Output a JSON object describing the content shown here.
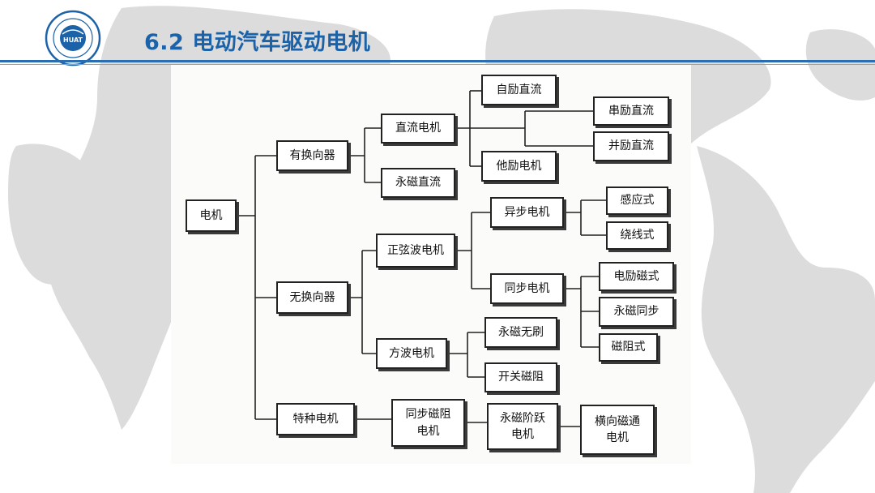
{
  "slide": {
    "title": "6.2  电动汽车驱动电机",
    "logo": {
      "icon": "university-seal-icon",
      "text": "HUAT"
    },
    "accent_color": "#1b62a8"
  },
  "diagram": {
    "nodes": {
      "root": "电机",
      "commutator": "有换向器",
      "no_commutator": "无换向器",
      "special": "特种电机",
      "dc_motor": "直流电机",
      "pm_dc": "永磁直流",
      "self_excited_dc": "自励直流",
      "separately_excited": "他励电机",
      "series_dc": "串励直流",
      "shunt_dc": "并励直流",
      "sine_wave": "正弦波电机",
      "square_wave": "方波电机",
      "async": "异步电机",
      "sync": "同步电机",
      "induction": "感应式",
      "wound": "绕线式",
      "electro_excited": "电励磁式",
      "pm_sync": "永磁同步",
      "reluctance": "磁阻式",
      "pm_brushless": "永磁无刷",
      "switched_reluctance": "开关磁阻",
      "sync_reluctance": "同步磁阻\n电机",
      "pm_stepper": "永磁阶跃\n电机",
      "transverse_flux": "横向磁通\n电机"
    }
  }
}
